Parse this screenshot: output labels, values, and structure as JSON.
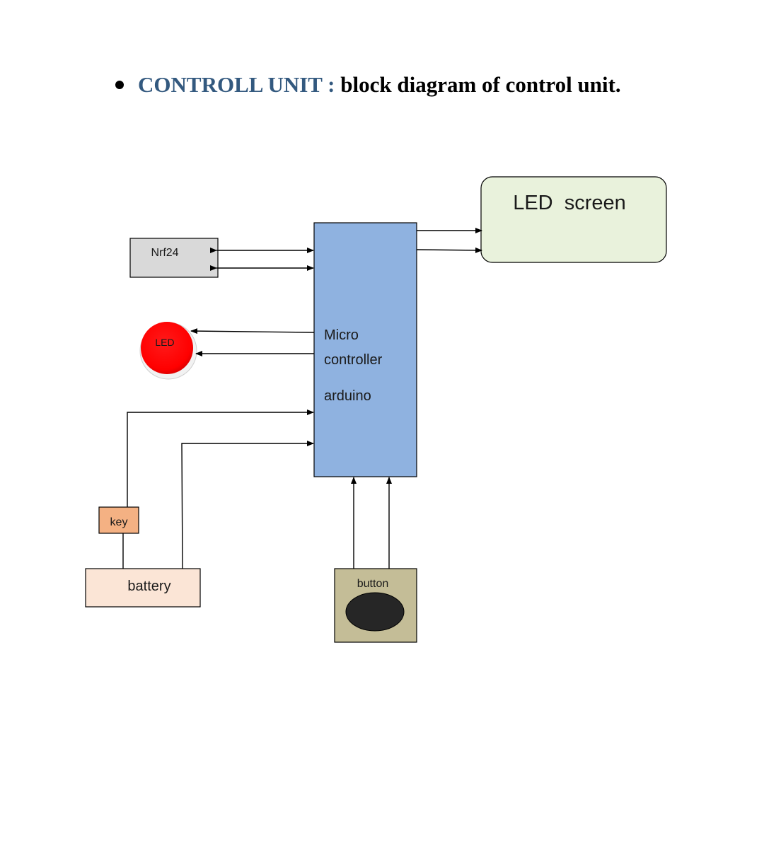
{
  "heading": {
    "prefix": "CONTROLL UNIT :",
    "rest": "block diagram of control unit."
  },
  "blocks": {
    "led_screen": "LED  screen",
    "nrf24": "Nrf24",
    "led": "LED",
    "microcontroller_line1": "Micro",
    "microcontroller_line2": "controller",
    "microcontroller_line3": "arduino",
    "key": "key",
    "battery": "battery",
    "button": "button"
  },
  "colors": {
    "heading_accent": "#33597f",
    "microcontroller_fill": "#8fb2e0",
    "led_screen_fill": "#e9f2dc",
    "nrf24_fill": "#d9d9d9",
    "led_fill": "#ff0000",
    "key_fill": "#f4b183",
    "battery_fill": "#fbe5d6",
    "button_fill": "#c4bd97",
    "button_knob": "#262626"
  }
}
